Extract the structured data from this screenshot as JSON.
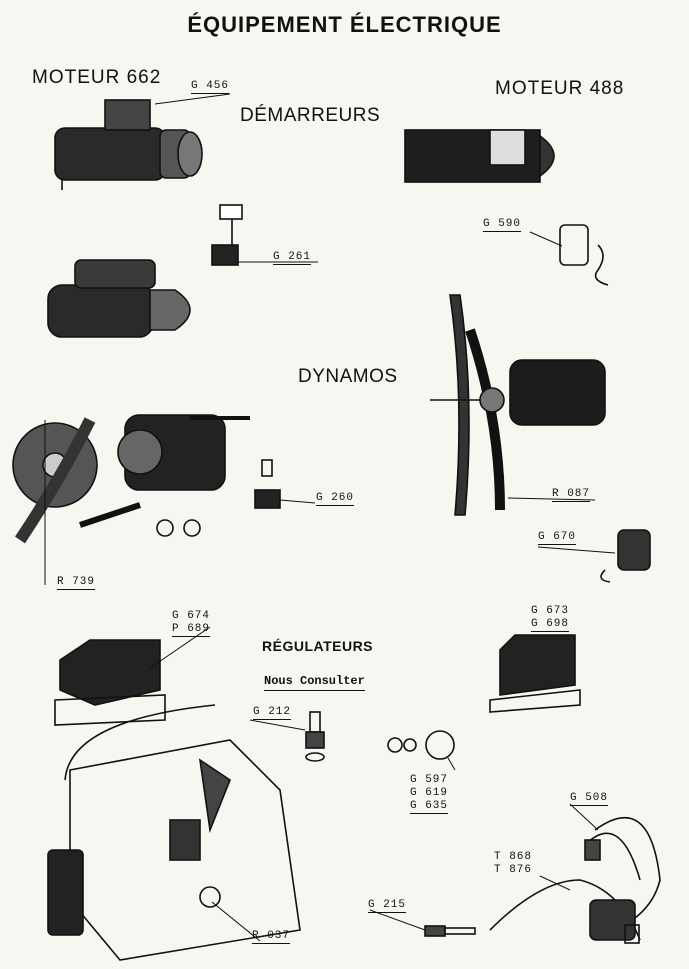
{
  "title": "ÉQUIPEMENT ÉLECTRIQUE",
  "motors": {
    "left": "MOTEUR 662",
    "right": "MOTEUR 488"
  },
  "sections": {
    "starters": "DÉMARREURS",
    "dynamos": "DYNAMOS",
    "regulators": "RÉGULATEURS",
    "consult": "Nous Consulter"
  },
  "refs": {
    "g456": "G 456",
    "g590": "G 590",
    "g261": "G 261",
    "g260": "G 260",
    "r087": "R 087",
    "g670": "G 670",
    "r739": "R 739",
    "g674": "G 674",
    "p689": "P 689",
    "g673": "G 673",
    "g698": "G 698",
    "g212": "G 212",
    "g597": "G 597",
    "g619": "G 619",
    "g635": "G 635",
    "g508": "G 508",
    "t868": "T 868",
    "t876": "T 876",
    "g215": "G 215",
    "r037": "R 037"
  }
}
